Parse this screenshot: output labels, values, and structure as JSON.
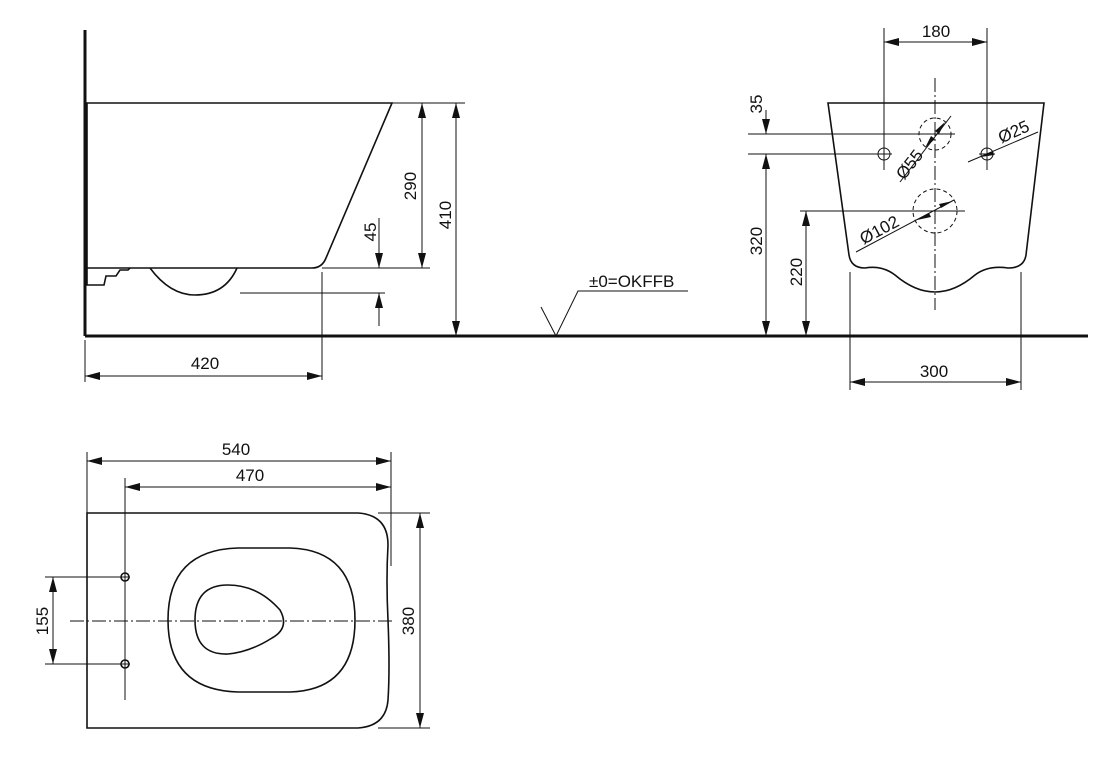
{
  "dimensions": {
    "side_length_420": "420",
    "side_height_290": "290",
    "side_height_410": "410",
    "side_offset_45": "45",
    "floor_ref": "±0=OKFFB",
    "front_width_180": "180",
    "front_offset_35": "35",
    "front_height_320": "320",
    "front_height_220": "220",
    "front_width_300": "300",
    "dia_55": "Ø55",
    "dia_25": "Ø25",
    "dia_102": "Ø102",
    "top_length_540": "540",
    "top_length_470": "470",
    "top_width_380": "380",
    "top_spacing_155": "155"
  }
}
